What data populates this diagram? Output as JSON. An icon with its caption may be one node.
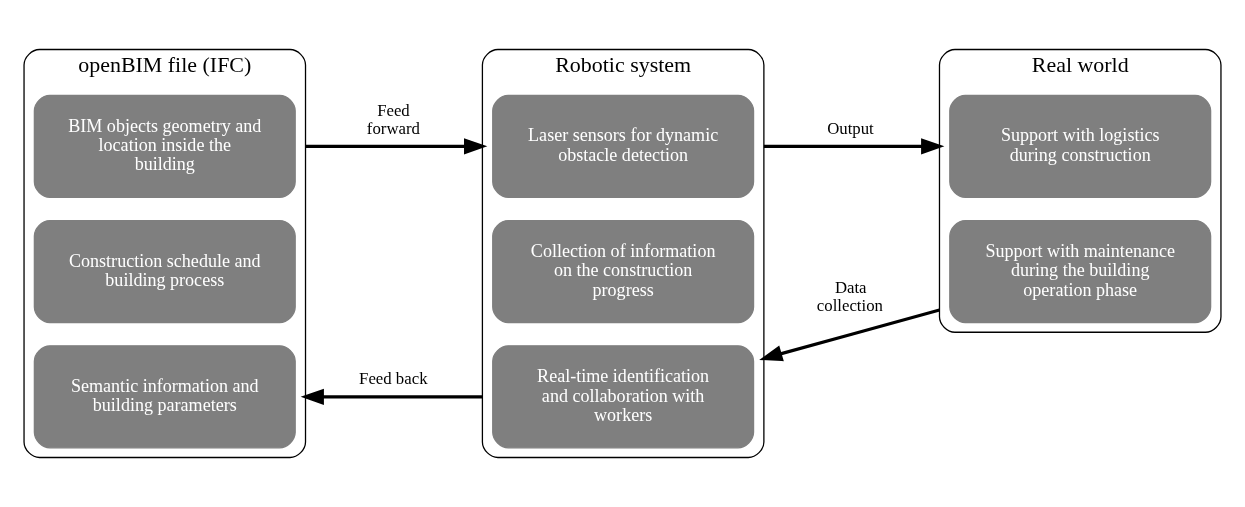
{
  "diagram": {
    "nodes": [
      {
        "text": [
          "openBIM file (IFC)"
        ]
      },
      {
        "text": [
          "BIM objects geometry and location inside the building"
        ],
        "in": 0
      },
      {
        "text": [
          "Construction schedule and building process"
        ],
        "in": 0
      },
      {
        "text": [
          "Semantic information and building parameters"
        ],
        "in": 0
      },
      {
        "text": [
          "Robotic system"
        ]
      },
      {
        "text": [
          "Laser sensors for dynamic obstacle detection"
        ],
        "in": 4
      },
      {
        "text": [
          "Collection of information on the construction progress"
        ],
        "in": 4
      },
      {
        "text": [
          "Real-time identification and collaboration with workers"
        ],
        "in": 4
      },
      {
        "text": [
          "Real world"
        ]
      },
      {
        "text": [
          "Support with logistics during construction"
        ],
        "in": 8
      },
      {
        "text": [
          "Support with maintenance during the building operation phase"
        ],
        "in": 8
      }
    ],
    "edges": [
      {
        "from": 0,
        "to": 4,
        "arrow": "to",
        "label": "Feed forward"
      },
      {
        "from": 4,
        "to": 0,
        "arrow": "to",
        "label": "Feed back"
      },
      {
        "from": 4,
        "to": 8,
        "arrow": "to",
        "label": "Output"
      },
      {
        "from": 8,
        "to": 4,
        "arrow": "to",
        "label": "Data collection"
      }
    ]
  }
}
